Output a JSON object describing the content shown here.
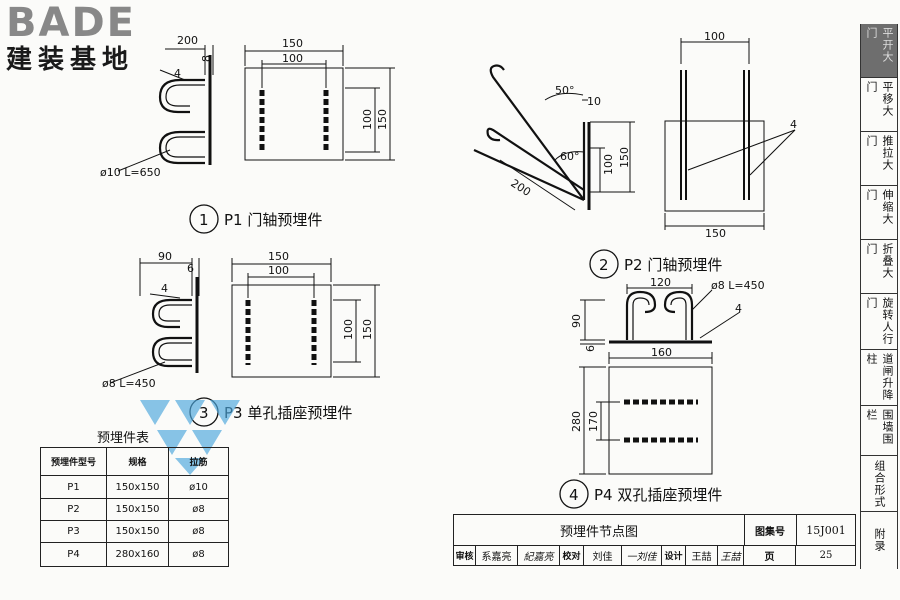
{
  "logo": {
    "word": "BADE",
    "chinese": "建装基地"
  },
  "side_tabs": [
    {
      "label": "平开大门",
      "active": true
    },
    {
      "label": "平移大门",
      "active": false
    },
    {
      "label": "推拉大门",
      "active": false
    },
    {
      "label": "伸缩大门",
      "active": false
    },
    {
      "label": "折叠大门",
      "active": false
    },
    {
      "label": "旋转人行门",
      "active": false
    },
    {
      "label": "道闸升降柱",
      "active": false
    },
    {
      "label": "围墙围栏",
      "active": false
    },
    {
      "label": "组合形式",
      "active": false
    },
    {
      "label": "附录",
      "active": false
    }
  ],
  "details": {
    "p1": {
      "num": "1",
      "label": "P1  门轴预埋件",
      "dims": {
        "w_top": "200",
        "t": "8",
        "w_outer": "150",
        "w_inner": "100",
        "h_inner": "100",
        "h_outer": "150",
        "leader": "4",
        "bar": "ø10  L=650"
      }
    },
    "p2": {
      "num": "2",
      "label": "P2  门轴预埋件",
      "dims": {
        "angle1": "50°",
        "t": "10",
        "h_inner": "100",
        "h_outer": "150",
        "angle2": "60°",
        "len": "200",
        "w_top": "100",
        "w_bottom": "150",
        "leader": "4"
      }
    },
    "p3": {
      "num": "3",
      "label": "P3  单孔插座预埋件",
      "dims": {
        "w_top": "90",
        "t": "6",
        "w_outer": "150",
        "w_inner": "100",
        "h_inner": "100",
        "h_outer": "150",
        "leader": "4",
        "bar": "ø8  L=450"
      }
    },
    "p4": {
      "num": "4",
      "label": "P4  双孔插座预埋件",
      "dims": {
        "w_top": "120",
        "bar": "ø8  L=450",
        "h": "90",
        "t": "6",
        "leader": "4",
        "w_plate": "160",
        "h_outer": "280",
        "h_inner": "170"
      }
    }
  },
  "parts_table": {
    "title": "预埋件表",
    "headers": [
      "预埋件型号",
      "规格",
      "拉筋"
    ],
    "rows": [
      [
        "P1",
        "150x150",
        "ø10"
      ],
      [
        "P2",
        "150x150",
        "ø8"
      ],
      [
        "P3",
        "150x150",
        "ø8"
      ],
      [
        "P4",
        "280x160",
        "ø8"
      ]
    ]
  },
  "title_block": {
    "title": "预埋件节点图",
    "atlas_label": "图集号",
    "atlas_no": "15J001",
    "review_label": "审核",
    "review_name": "系嘉亮",
    "review_sig": "紀嘉亮",
    "check_label": "校对",
    "check_name": "刘佳",
    "check_sig": "一刘佳",
    "design_label": "设计",
    "design_name": "王喆",
    "design_sig": "王喆",
    "page_label": "页",
    "page_no": "25"
  }
}
